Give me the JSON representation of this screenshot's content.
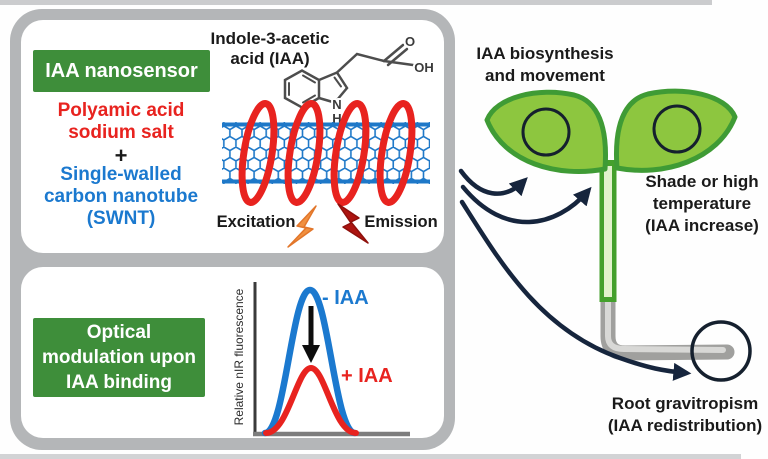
{
  "colors": {
    "panel_border_gray": "#b4b6b8",
    "green_box": "#3e8e3a",
    "polymer_red": "#e8231f",
    "swnt_blue": "#1b79cf",
    "nanotube_lattice_blue": "#1e78c8",
    "coil_red": "#e8231f",
    "excitation_bolt_orange": "#f09040",
    "emission_bolt_dark_red": "#ad1410",
    "leaf_green_fill": "#8dc63f",
    "leaf_green_outline": "#3f9b35",
    "stem_highlight": "#e2f2cc",
    "root_gray": "#a0a09e",
    "arrow_navy": "#16253d"
  },
  "nanosensor_panel": {
    "title": "IAA nanosensor",
    "polymer_label": "Polyamic acid\nsodium salt",
    "plus": "+",
    "nanotube_label": "Single-walled\ncarbon nanotube\n(SWNT)",
    "molecule": {
      "title": "Indole-3-acetic\nacid (IAA)",
      "atom_o": "O",
      "atom_oh": "OH",
      "atom_n": "N",
      "atom_h": "H"
    },
    "excitation_label": "Excitation",
    "emission_label": "Emission"
  },
  "optical_panel": {
    "title": "Optical\nmodulation upon\nIAA binding",
    "graph": {
      "ylabel": "Relative nIR fluorescence",
      "curve_no_iaa_label": "- IAA",
      "curve_with_iaa_label": "+ IAA"
    }
  },
  "plant_diagram": {
    "top_label": "IAA biosynthesis\nand movement",
    "shade_label": "Shade or high\ntemperature\n(IAA increase)",
    "root_label": "Root gravitropism\n(IAA redistribution)"
  },
  "chart_data": {
    "type": "line",
    "title": "Optical modulation upon IAA binding",
    "xlabel": "",
    "ylabel": "Relative nIR fluorescence",
    "x_ticks": [],
    "y_ticks": [],
    "series": [
      {
        "name": "- IAA",
        "color": "#1b79cf",
        "shape": "gaussian peak",
        "peak_relative_height": 1.0
      },
      {
        "name": "+ IAA",
        "color": "#e8231f",
        "shape": "gaussian peak",
        "peak_relative_height": 0.45
      }
    ],
    "annotations": [
      "black downward arrow from - IAA peak to + IAA peak indicating fluorescence decrease upon IAA binding"
    ]
  }
}
